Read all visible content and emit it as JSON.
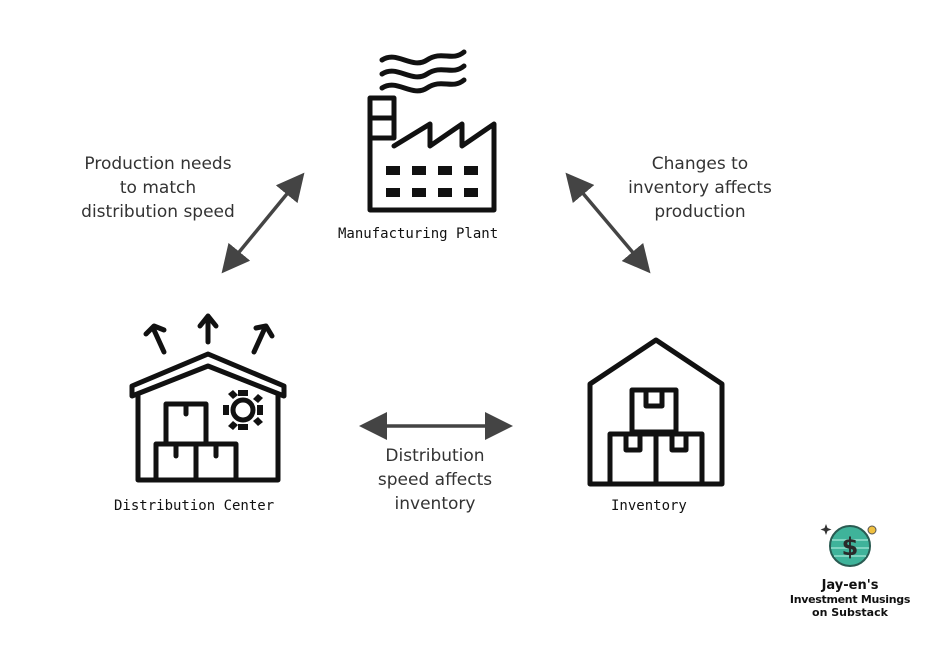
{
  "nodes": {
    "plant": {
      "label": "Manufacturing Plant",
      "icon": "factory-icon"
    },
    "distribution": {
      "label": "Distribution Center",
      "icon": "warehouse-distribution-icon"
    },
    "inventory": {
      "label": "Inventory",
      "icon": "warehouse-inventory-icon"
    }
  },
  "edges": [
    {
      "from": "plant",
      "to": "distribution",
      "bidirectional": true,
      "label_lines": [
        "Production needs",
        "to match",
        "distribution speed"
      ]
    },
    {
      "from": "plant",
      "to": "inventory",
      "bidirectional": true,
      "label_lines": [
        "Changes to",
        "inventory affects",
        "production"
      ]
    },
    {
      "from": "distribution",
      "to": "inventory",
      "bidirectional": true,
      "label_lines": [
        "Distribution",
        "speed affects",
        "inventory"
      ]
    }
  ],
  "branding": {
    "line1": "Jay-en's",
    "line2": "Investment Musings",
    "line3": "on Substack",
    "logo_icon": "dollar-globe-icon"
  },
  "colors": {
    "icon": "#111111",
    "arrow": "#444444",
    "text": "#333333"
  }
}
